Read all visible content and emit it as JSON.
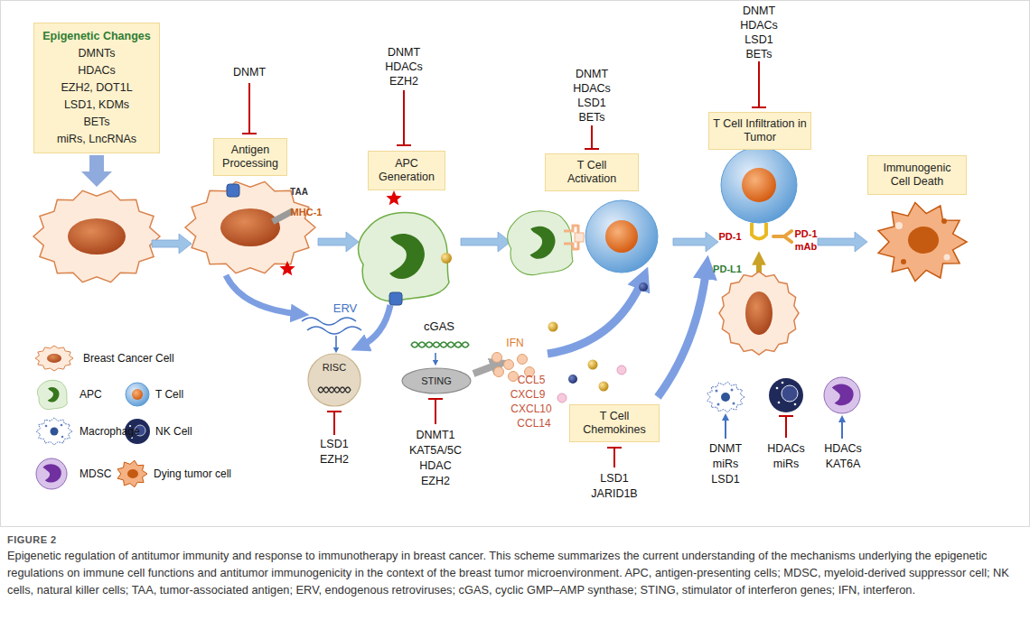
{
  "diagram": {
    "caption": "Epigenetic regulation of antitumor immunity and response to immunotherapy in breast cancer. This scheme summarizes the current understanding of the mechanisms underlying the epigenetic regulations on immune cell functions and antitumor immunogenicity in the context of the breast tumor microenvironment. APC, antigen-presenting cells; MDSC, myeloid-derived suppressor cell; NK cells, natural killer cells; TAA, tumor-associated antigen; ERV, endogenous retroviruses; cGAS, cyclic GMP–AMP synthase; STING, stimulator of interferon genes; IFN, interferon.",
    "nodes": [
      {
        "text": [
          "Epigenetic Changes",
          "DMNTs",
          "HDACs",
          "EZH2, DOT1L",
          "LSD1, KDMs",
          "BETs",
          "miRs, LncRNAs"
        ]
      },
      {
        "text": [
          "Antigen Processing"
        ]
      },
      {
        "text": [
          "APC Generation"
        ]
      },
      {
        "text": [
          "T Cell Activation"
        ]
      },
      {
        "text": [
          "T Cell Infiltration in Tumor"
        ]
      },
      {
        "text": [
          "Immunogenic Cell Death"
        ]
      },
      {
        "text": [
          "RISC"
        ]
      },
      {
        "text": [
          "STING"
        ]
      },
      {
        "text": [
          "T Cell Chemokines"
        ]
      }
    ],
    "labels": [
      "DNMT",
      "TAA",
      "MHC-1",
      "DNMT",
      "HDACs",
      "EZH2",
      "DNMT",
      "HDACs",
      "LSD1",
      "BETs",
      "DNMT",
      "HDACs",
      "LSD1",
      "BETs",
      "ERV",
      "cGAS",
      "IFN",
      "LSD1",
      "EZH2",
      "DNMT1",
      "KAT5A/5C",
      "HDAC",
      "EZH2",
      "CCL5",
      "CXCL9",
      "CXCL10",
      "CCL14",
      "LSD1",
      "JARID1B",
      "PD-1",
      "PD-1 mAb",
      "PD-L1",
      "DNMT",
      "miRs",
      "LSD1",
      "HDACs",
      "miRs",
      "HDACs",
      "KAT6A",
      "FIGURE 2"
    ],
    "legend": [
      {
        "text": "Breast Cancer Cell"
      },
      {
        "text": "APC"
      },
      {
        "text": "T Cell"
      },
      {
        "text": "Macrophage"
      },
      {
        "text": "NK Cell"
      },
      {
        "text": "MDSC"
      },
      {
        "text": "Dying tumor cell"
      }
    ]
  }
}
